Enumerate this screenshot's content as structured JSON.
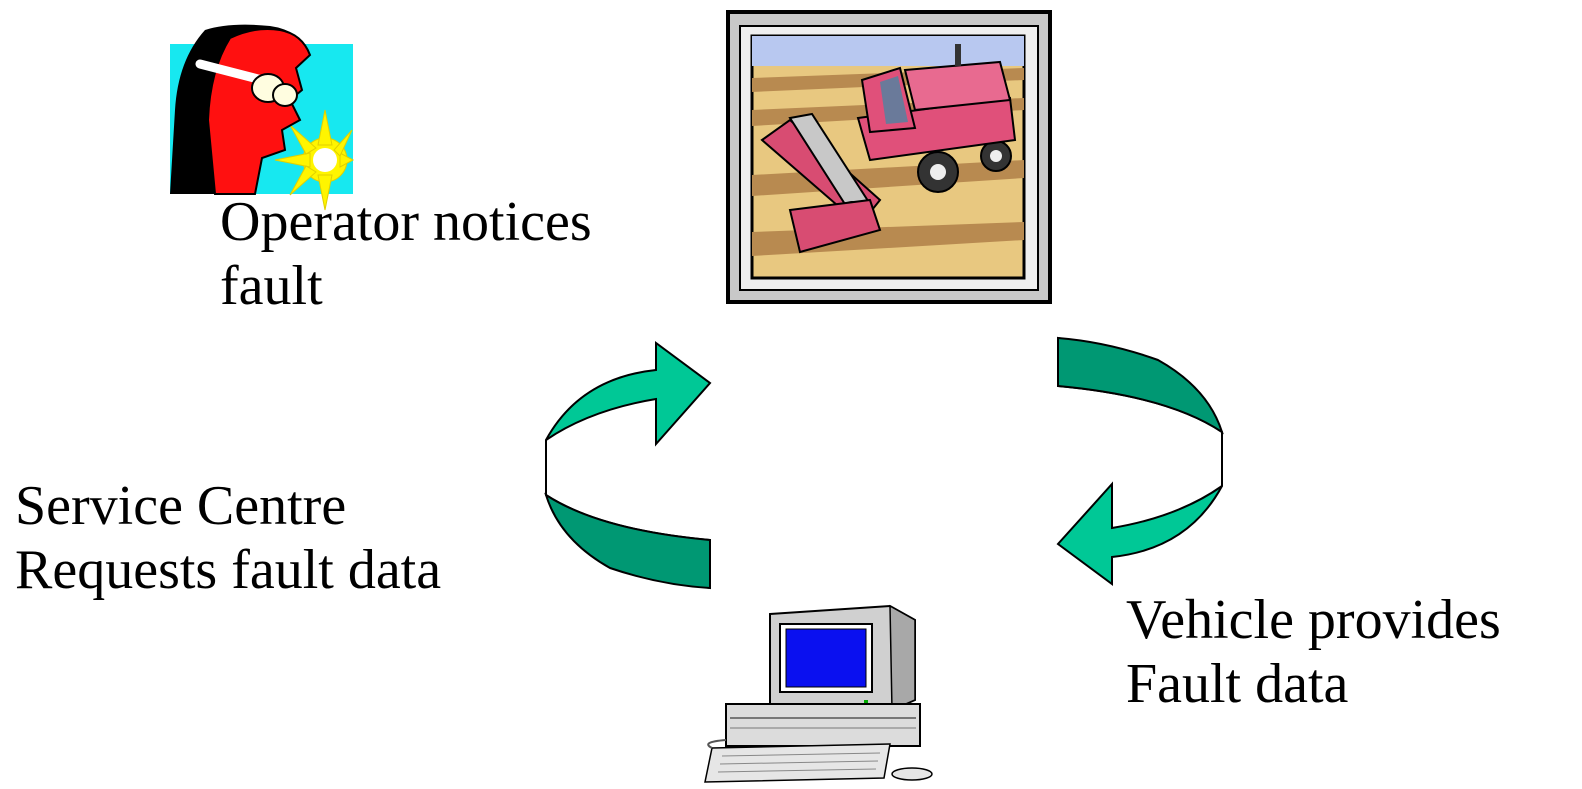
{
  "labels": {
    "operator": "Operator notices\nfault",
    "service_centre": "Service Centre\nRequests fault data",
    "vehicle": "Vehicle provides\nFault data"
  },
  "icons": {
    "operator": "welder-operator-icon",
    "harvester": "combine-harvester-icon",
    "computer": "desktop-computer-icon",
    "arrow_left": "curved-arrow-up-right",
    "arrow_right": "curved-arrow-down-left"
  },
  "colors": {
    "arrow_light": "#00c896",
    "arrow_dark": "#009873",
    "outline": "#000000"
  }
}
